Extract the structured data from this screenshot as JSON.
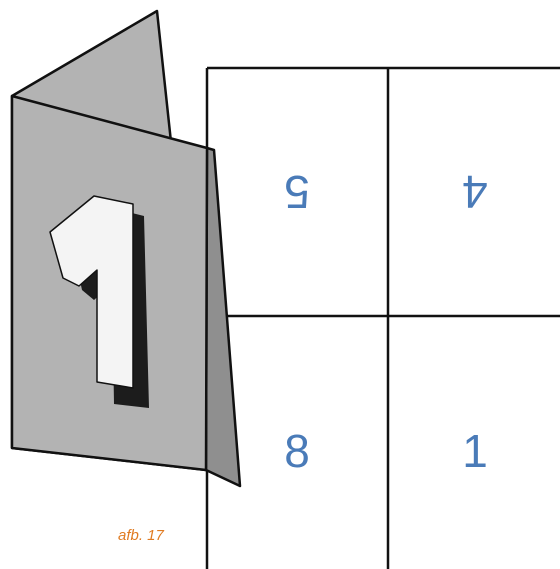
{
  "figure": {
    "caption": "afb. 17",
    "caption_color": "#e07b22"
  },
  "card": {
    "number": "1",
    "face_color": "#b3b3b3",
    "outline_color": "#111111",
    "numeral_fill": "#f4f4f4",
    "numeral_shadow": "#1c1c1c"
  },
  "grid": {
    "digit_color": "#4a7bb8",
    "line_color": "#111111",
    "cells": [
      {
        "label": "5",
        "rotated": true
      },
      {
        "label": "4",
        "rotated": true
      },
      {
        "label": "8",
        "rotated": false
      },
      {
        "label": "1",
        "rotated": false
      }
    ]
  }
}
